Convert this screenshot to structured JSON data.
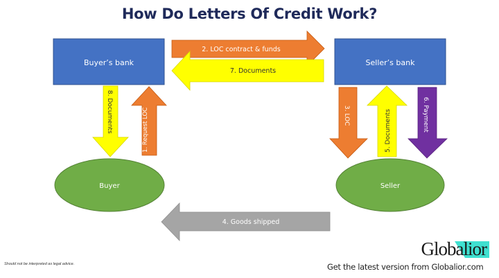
{
  "title": "How Do Letters Of Credit Work?",
  "colors": {
    "bank_blue": "#4472c4",
    "party_green": "#70ad47",
    "orange": "#ed7d31",
    "yellow": "#ffff00",
    "purple": "#7030a0",
    "gray": "#a5a5a5",
    "title_navy": "#1f2a5a",
    "logo_accent": "#3fe0d0"
  },
  "nodes": {
    "buyers_bank": "Buyer’s bank",
    "sellers_bank": "Seller’s bank",
    "buyer": "Buyer",
    "seller": "Seller"
  },
  "arrows": {
    "step1": "1. Request LOC",
    "step2": "2. LOC contract & funds",
    "step3": "3. LOC",
    "step4": "4. Goods shipped",
    "step5": "5. Documents",
    "step6": "6. Payment",
    "step7": "7. Documents",
    "step8": "8. Documents"
  },
  "footer": {
    "disclaimer": "Should not be interpreted as legal advice.",
    "logo": "Globalior",
    "tagline": "Get the latest version from Globalior.com"
  }
}
